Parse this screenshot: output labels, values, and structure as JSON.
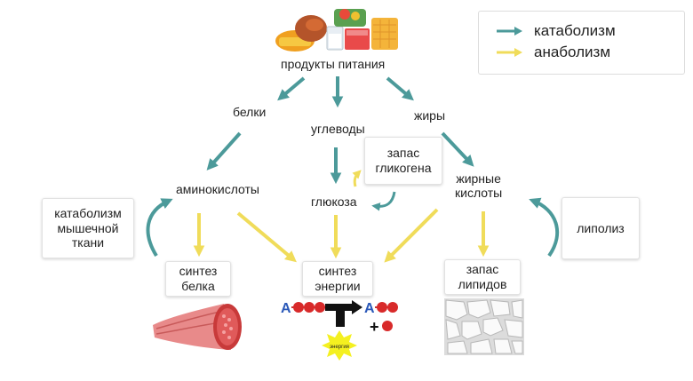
{
  "legend": {
    "catabolism": "катаболизм",
    "anabolism": "анаболизм",
    "catabolism_color": "#4c9a9a",
    "anabolism_color": "#f0dc5a"
  },
  "nodes": {
    "food": "продукты питания",
    "proteins": "белки",
    "carbs": "углеводы",
    "fats": "жиры",
    "amino_acids": "аминокислоты",
    "glucose": "глюкоза",
    "fatty_acids_line1": "жирные",
    "fatty_acids_line2": "кислоты",
    "glycogen_line1": "запас",
    "glycogen_line2": "гликогена",
    "muscle_cat_line1": "катаболизм",
    "muscle_cat_line2": "мышечной",
    "muscle_cat_line3": "ткани",
    "lipolysis": "липолиз",
    "protein_synth_line1": "синтез",
    "protein_synth_line2": "белка",
    "energy_synth_line1": "синтез",
    "energy_synth_line2": "энергии",
    "lipid_store_line1": "запас",
    "lipid_store_line2": "липидов"
  },
  "atp_diagram": {
    "letter_a": "A",
    "plus": "+",
    "energy": "энергия"
  },
  "icons": [
    "food-icon",
    "muscle-tissue-icon",
    "atp-energy-icon",
    "fat-tissue-icon"
  ]
}
